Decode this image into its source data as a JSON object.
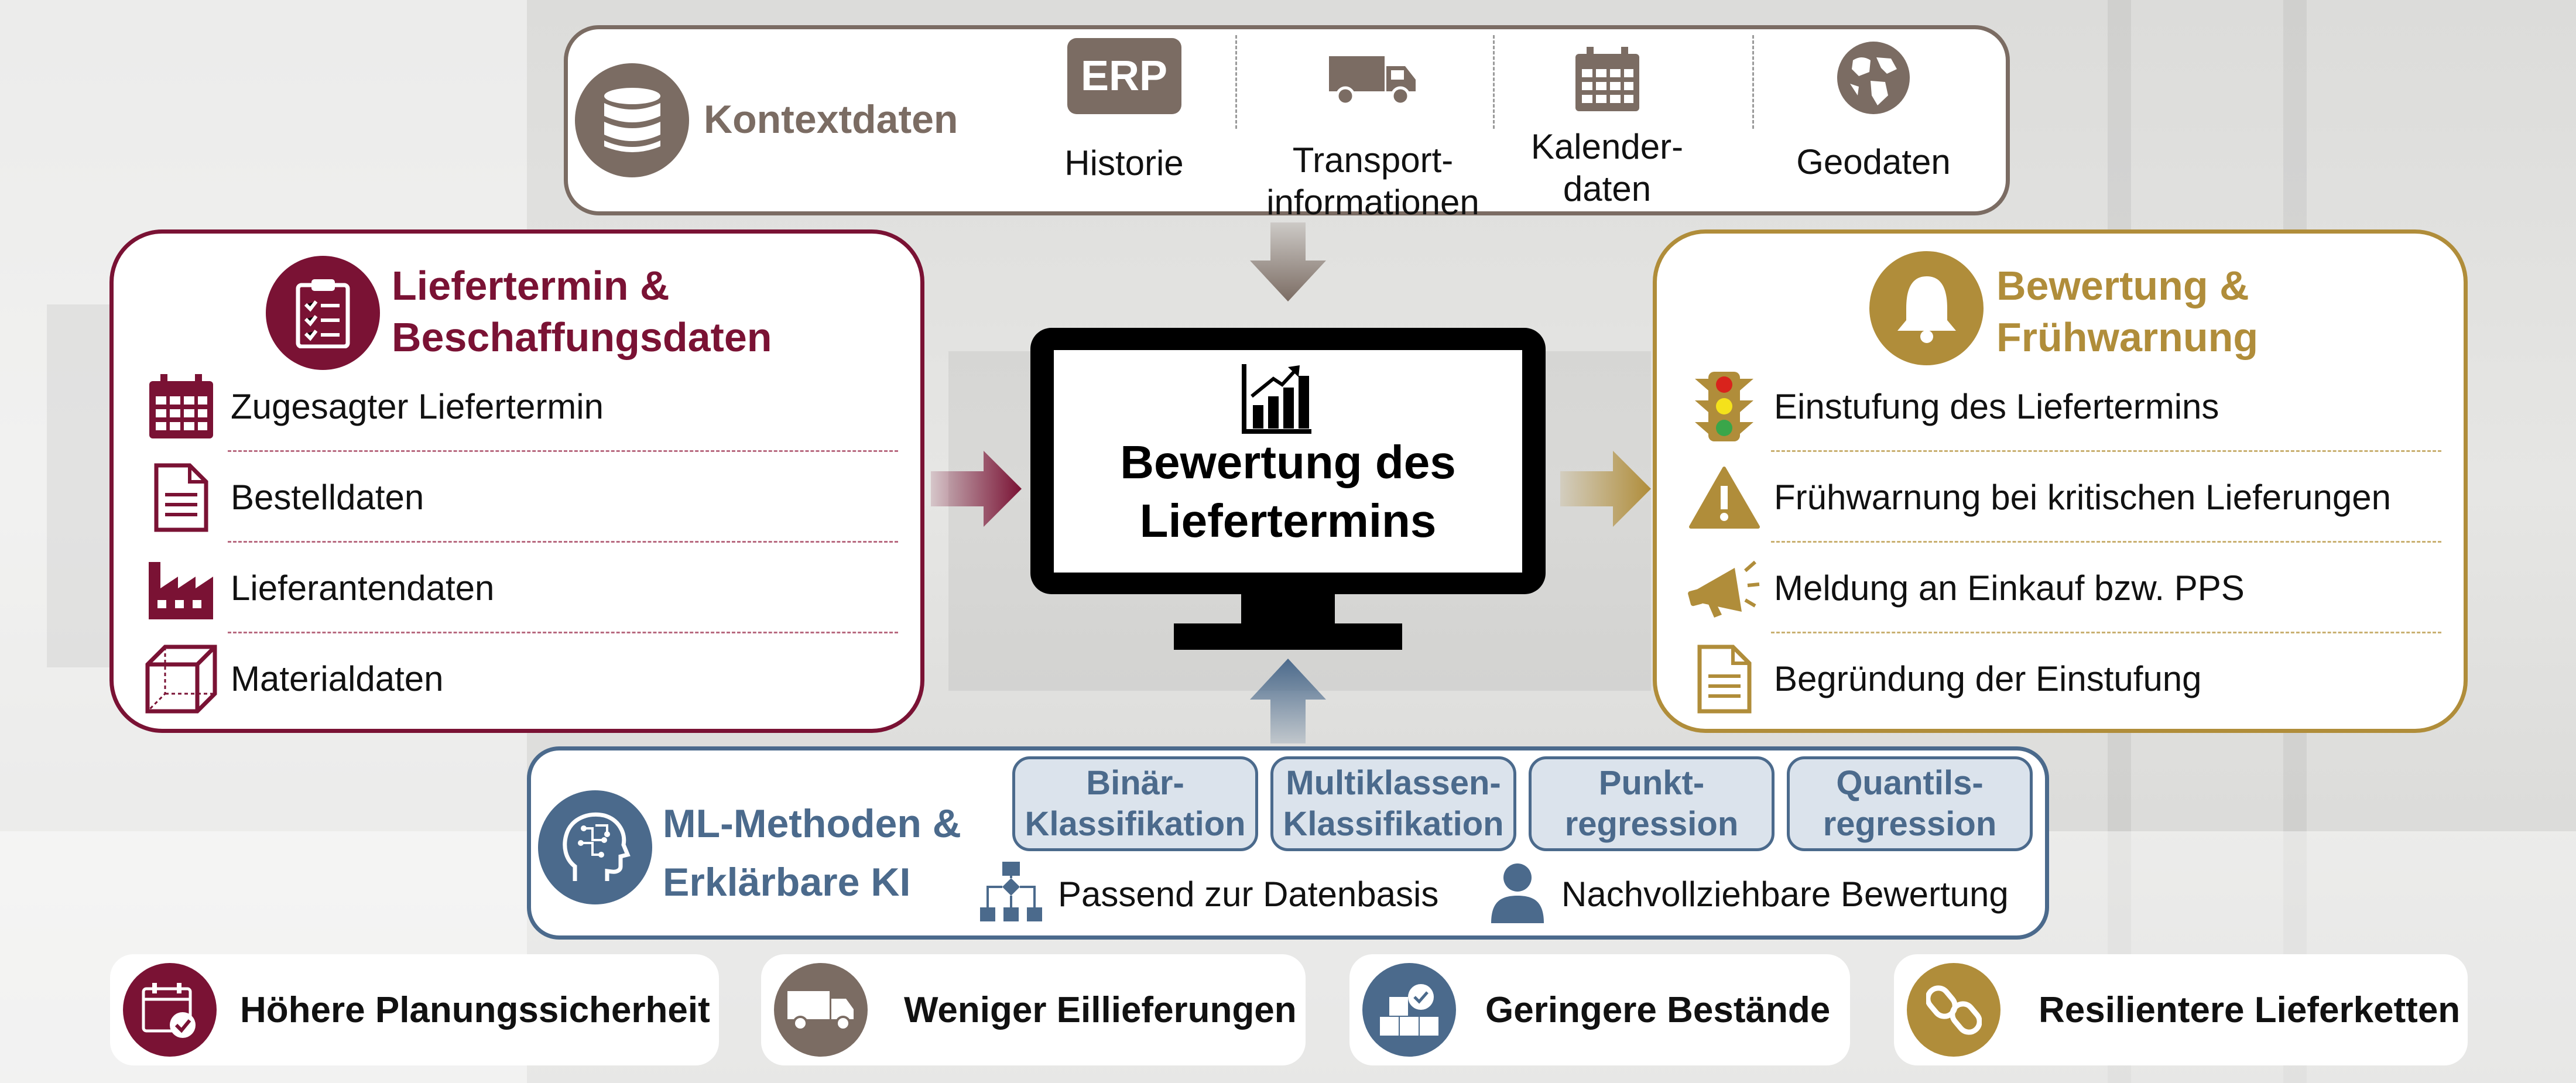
{
  "context": {
    "title": "Kontextdaten",
    "icon": "database-icon",
    "items": [
      {
        "icon": "erp-icon",
        "badge": "ERP",
        "label": "Historie"
      },
      {
        "icon": "truck-icon",
        "label": "Transport-\ninformationen"
      },
      {
        "icon": "calendar-icon",
        "label": "Kalender-\ndaten"
      },
      {
        "icon": "globe-icon",
        "label": "Geodaten"
      }
    ],
    "color": "#7b6c63"
  },
  "delivery": {
    "title": "Liefertermin &\nBeschaffungsdaten",
    "icon": "clipboard-icon",
    "color": "#7a1234",
    "items": [
      {
        "icon": "calendar-icon",
        "label": "Zugesagter Liefertermin"
      },
      {
        "icon": "document-icon",
        "label": "Bestelldaten"
      },
      {
        "icon": "factory-icon",
        "label": "Lieferantendaten"
      },
      {
        "icon": "box-icon",
        "label": "Materialdaten"
      }
    ]
  },
  "center": {
    "icon": "chart-icon",
    "title": "Bewertung des\nLiefertermins"
  },
  "evaluation": {
    "title": "Bewertung &\nFrühwarnung",
    "icon": "bell-icon",
    "color": "#b08d3a",
    "items": [
      {
        "icon": "traffic-light-icon",
        "label": "Einstufung des Liefertermins"
      },
      {
        "icon": "warning-icon",
        "label": "Frühwarnung bei kritischen Lieferungen"
      },
      {
        "icon": "megaphone-icon",
        "label": "Meldung an Einkauf bzw. PPS"
      },
      {
        "icon": "document-icon",
        "label": "Begründung der Einstufung"
      }
    ]
  },
  "ml": {
    "title": "ML-Methoden &\nErklärbare KI",
    "icon": "ai-head-icon",
    "color": "#4b6a8c",
    "methods": [
      "Binär-\nKlassifikation",
      "Multiklassen-\nKlassifikation",
      "Punkt-\nregression",
      "Quantils-\nregression"
    ],
    "notes": [
      {
        "icon": "flowchart-icon",
        "label": "Passend zur Datenbasis"
      },
      {
        "icon": "person-icon",
        "label": "Nachvollziehbare Bewertung"
      }
    ]
  },
  "benefits": [
    {
      "icon": "calendar-check-icon",
      "label": "Höhere Planungssicherheit",
      "color": "#7a1234"
    },
    {
      "icon": "truck-icon",
      "label": "Weniger Eillieferungen",
      "color": "#7b6c63"
    },
    {
      "icon": "boxes-icon",
      "label": "Geringere Bestände",
      "color": "#4b6a8c"
    },
    {
      "icon": "chain-icon",
      "label": "Resilientere Lieferketten",
      "color": "#b08d3a"
    }
  ]
}
